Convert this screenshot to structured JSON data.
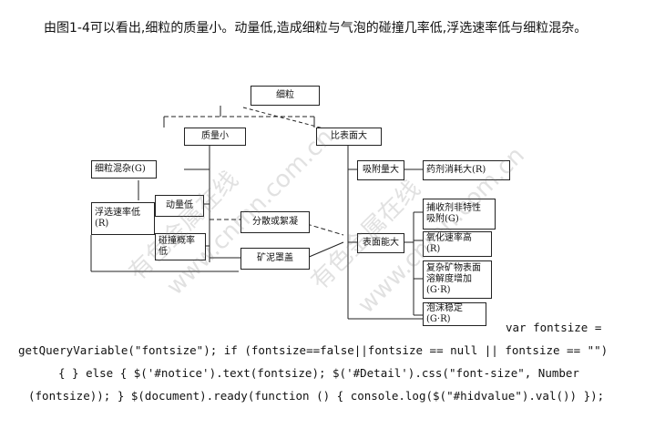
{
  "intro": "由图1-4可以看出,细粒的质量小。动量低,造成细粒与气泡的碰撞几率低,浮选速率低与细粒混杂。",
  "diagram": {
    "root": "细粒",
    "mass_small": "质量小",
    "surface_large": "比表面大",
    "mixed": "细粒混杂(G)",
    "rate_low": [
      "浮选速率低",
      "(R)"
    ],
    "momentum_low": "动量低",
    "collision_low": [
      "碰撞概率",
      "低"
    ],
    "dispersion": "分散或絮凝",
    "slime_cover": "矿泥罩盖",
    "adsorption": "吸附量大",
    "reagent": "药剂消耗大(R)",
    "surface_energy": "表面能大",
    "nonselective": [
      "捕收剂非特性",
      "吸附(G)"
    ],
    "oxidation": [
      "氧化速率高",
      "(R)"
    ],
    "dissolution": [
      "复杂矿物表面",
      "溶解度增加",
      "(G·R)"
    ],
    "froth": [
      "泡沫稳定",
      "(G·R)"
    ]
  },
  "watermarks": [
    "有色金属在线",
    "www.cnmn.com.cn",
    "有色金属在线",
    "www.cnmn.com.cn"
  ],
  "code": {
    "line1": "var fontsize =",
    "line2": "getQueryVariable(\"fontsize\"); if (fontsize==false||fontsize == null || fontsize == \"\")",
    "line3": "{ } else { $('#notice').text(fontsize); $('#Detail').css(\"font-size\", Number",
    "line4": "(fontsize)); } $(document).ready(function () { console.log($(\"#hidvalue\").val()) });"
  }
}
